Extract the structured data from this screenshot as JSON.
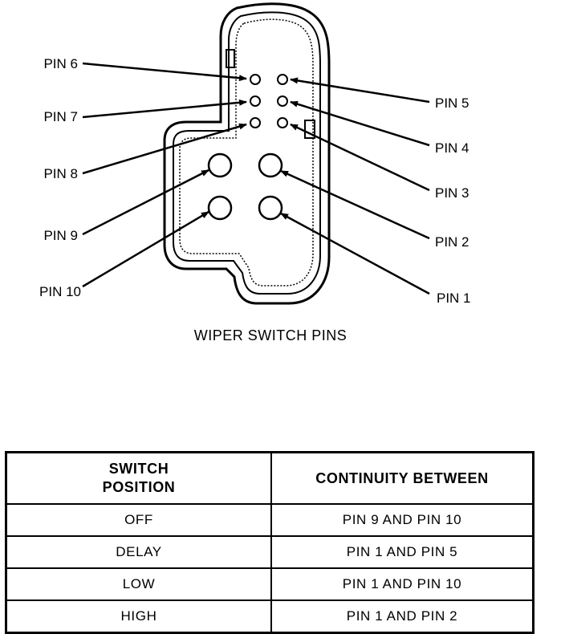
{
  "diagram": {
    "caption": "WIPER SWITCH PINS",
    "pins": [
      {
        "id": "pin-6",
        "label": "PIN 6"
      },
      {
        "id": "pin-7",
        "label": "PIN 7"
      },
      {
        "id": "pin-8",
        "label": "PIN 8"
      },
      {
        "id": "pin-9",
        "label": "PIN 9"
      },
      {
        "id": "pin-10",
        "label": "PIN 10"
      },
      {
        "id": "pin-5",
        "label": "PIN 5"
      },
      {
        "id": "pin-4",
        "label": "PIN 4"
      },
      {
        "id": "pin-3",
        "label": "PIN 3"
      },
      {
        "id": "pin-2",
        "label": "PIN 2"
      },
      {
        "id": "pin-1",
        "label": "PIN 1"
      }
    ]
  },
  "table": {
    "header": {
      "col1_line1": "SWITCH",
      "col1_line2": "POSITION",
      "col2": "CONTINUITY BETWEEN"
    },
    "rows": [
      {
        "position": "OFF",
        "continuity": "PIN 9 AND PIN 10"
      },
      {
        "position": "DELAY",
        "continuity": "PIN 1 AND PIN 5"
      },
      {
        "position": "LOW",
        "continuity": "PIN 1 AND PIN 10"
      },
      {
        "position": "HIGH",
        "continuity": "PIN 1 AND PIN 2"
      }
    ]
  }
}
